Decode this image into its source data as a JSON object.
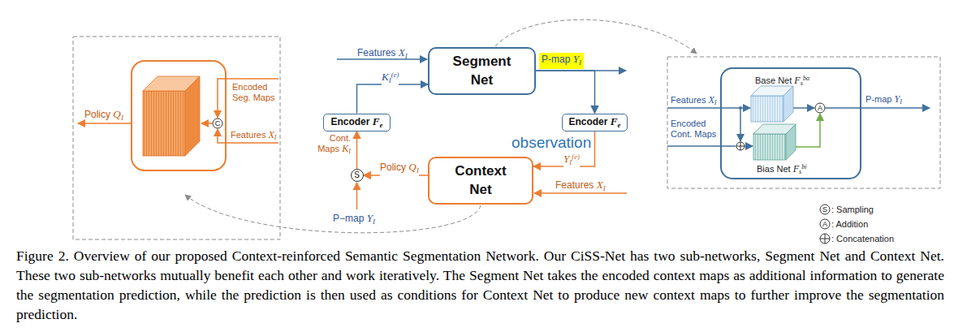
{
  "diagram": {
    "caption": "Figure 2. Overview of our proposed Context-reinforced Semantic Segmentation Network. Our CiSS-Net has two sub-networks, Segment Net and Context Net. These two sub-networks mutually benefit each other and work iteratively. The Segment Net takes the encoded context maps as additional information to generate the segmentation prediction, while the prediction is then used as conditions for Context Net to produce new context maps to further improve the segmentation prediction.",
    "nodes": [
      {
        "text": [
          "Segment Net"
        ]
      },
      {
        "text": [
          "Encoder Fe"
        ]
      },
      {
        "text": [
          "Encoder Fe"
        ]
      },
      {
        "text": [
          "Context Net"
        ]
      },
      {
        "text": [
          "S"
        ]
      }
    ],
    "edges": [
      {
        "from": 0,
        "to": 2,
        "arrow": "to"
      },
      {
        "from": 2,
        "to": 3,
        "label": "YI(e)",
        "arrow": "to"
      },
      {
        "from": 3,
        "to": 4,
        "label": "Policy QI",
        "arrow": "to"
      },
      {
        "from": 4,
        "to": 1,
        "label": "Cont. Maps KI",
        "arrow": "to"
      },
      {
        "from": 1,
        "to": 0,
        "label": "KI(e)",
        "arrow": "to"
      }
    ],
    "labels": [
      "Features XI",
      "P-map YI",
      "observation",
      "Features XI",
      "P−map YI",
      "Encoded Seg. Maps",
      "Features XI",
      "Policy QI",
      "C",
      "Base Net Fsba",
      "Bias Net Fsbi",
      "Features XI",
      "Encoded Cont. Maps",
      "P-map YI",
      "A",
      "S",
      "A"
    ],
    "legend": [
      {
        "text": ": Sampling"
      },
      {
        "text": ": Addition"
      },
      {
        "text": ": Concatenation"
      }
    ]
  }
}
